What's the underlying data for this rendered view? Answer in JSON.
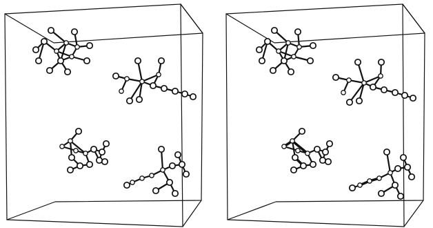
{
  "figure": {
    "type": "stereo-pair crystal packing diagram",
    "views": [
      {
        "name": "left-view"
      },
      {
        "name": "right-view"
      }
    ],
    "molecule_count_per_view": 4,
    "colors": {
      "background": "#ffffff",
      "lines": "#111111",
      "atom_fill": "#ffffff"
    }
  }
}
